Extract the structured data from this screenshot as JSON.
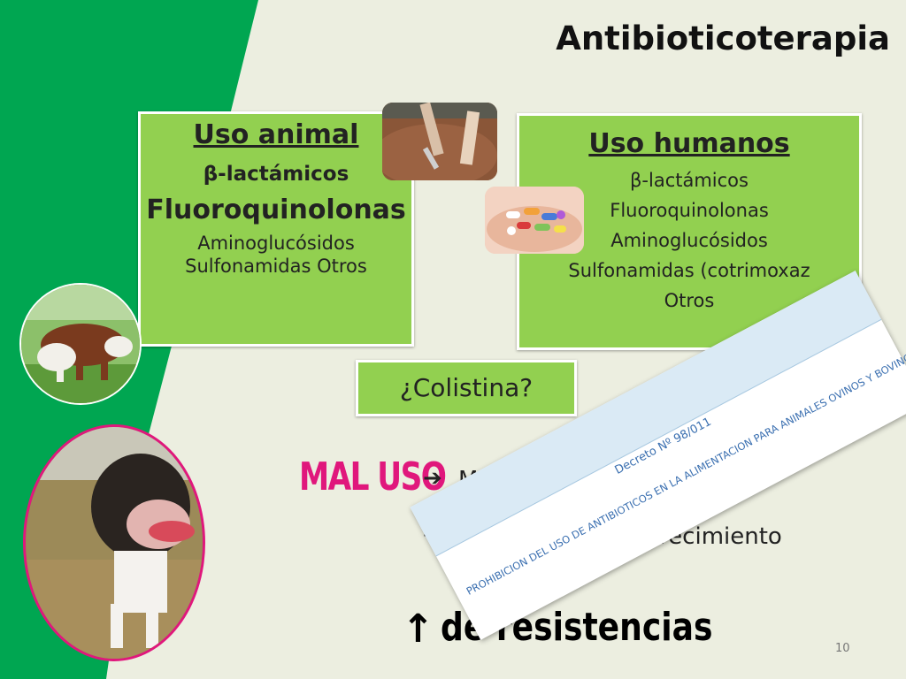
{
  "slide": {
    "title": "Antibioticoterapia",
    "animal_box": {
      "heading": "Uso animal",
      "line1": "β-lactámicos",
      "line2": "Fluoroquinolonas",
      "line3": "Aminoglucósidos",
      "line4": "Sulfonamidas Otros"
    },
    "human_box": {
      "heading": "Uso humanos",
      "items": [
        "β-lactámicos",
        "Fluoroquinolonas",
        "Aminoglucósidos",
        "Sulfonamidas (cotrimoxaz",
        "Otros"
      ]
    },
    "colistina": "¿Colistina?",
    "mal_uso": "MAL USO",
    "arrow": "",
    "metafilaxis": "Metafi",
    "crecimiento": "de crecimiento",
    "up_arrow": "↑",
    "resistencias": "de resistencias",
    "page_number": "10",
    "decree": {
      "number": "Decreto Nº 98/011",
      "text": "PROHIBICION DEL USO DE ANTIBIOTICOS EN LA ALIMENTACION PARA ANIMALES OVINOS Y BOVINOS"
    },
    "colors": {
      "green": "#00a651",
      "box_green": "#92d050",
      "magenta": "#e0177c",
      "background": "#eceee0"
    }
  }
}
